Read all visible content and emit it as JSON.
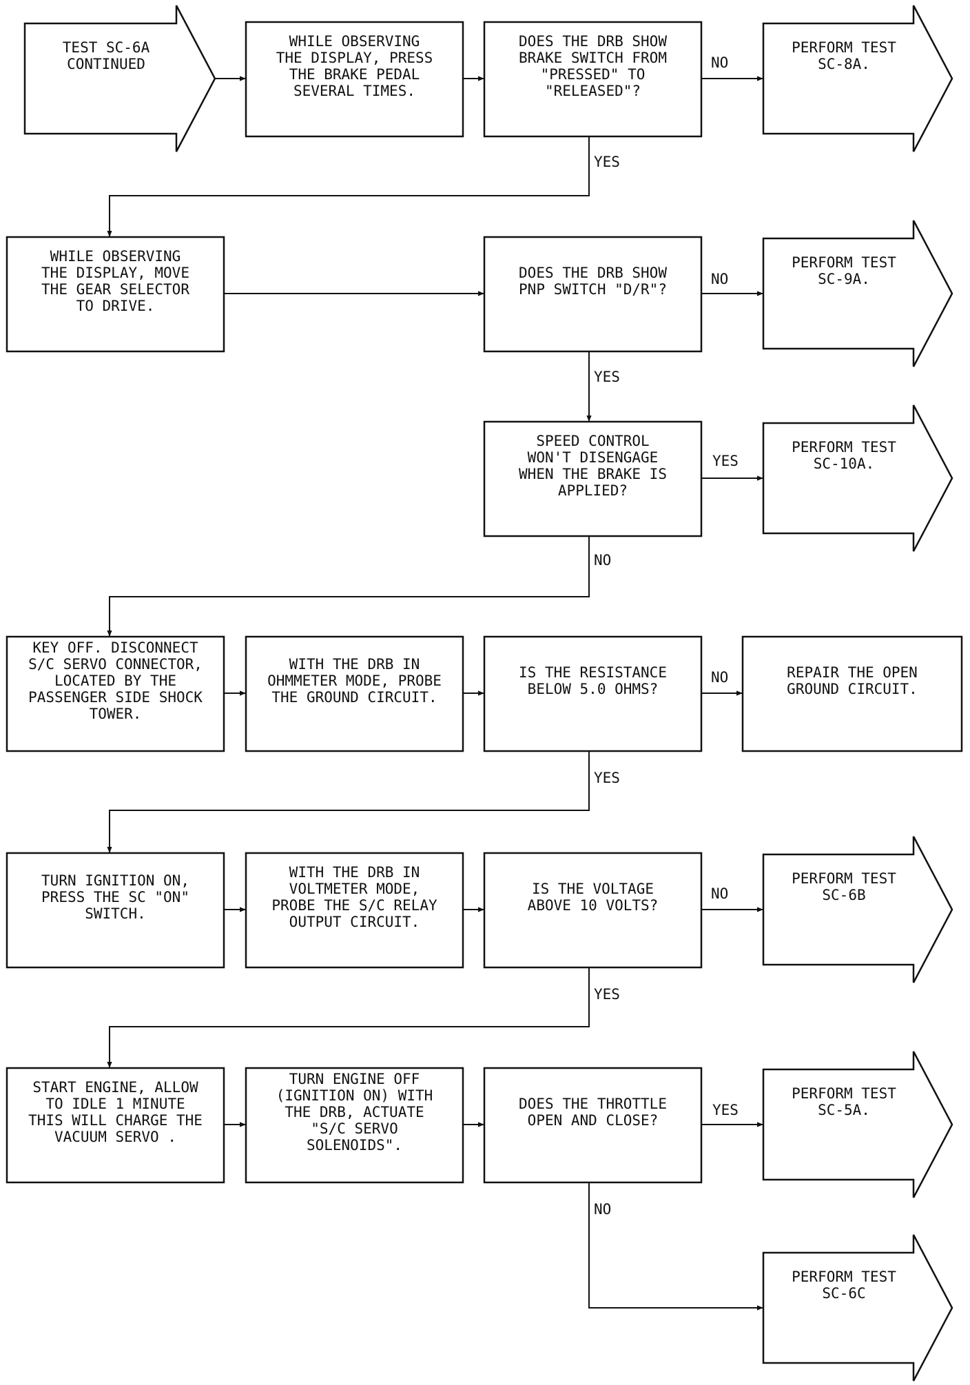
{
  "colors": {
    "ink": "#111111",
    "background": "#ffffff"
  },
  "boxes": [
    {
      "id": "start",
      "lines": [
        "TEST SC-6A",
        "CONTINUED"
      ]
    },
    {
      "id": "observe-brake",
      "lines": [
        "WHILE OBSERVING",
        "THE DISPLAY, PRESS",
        "THE BRAKE PEDAL",
        "SEVERAL TIMES."
      ]
    },
    {
      "id": "q-brake-switch",
      "lines": [
        "DOES THE DRB SHOW",
        "BRAKE SWITCH FROM",
        "\"PRESSED\" TO",
        "\"RELEASED\"?"
      ]
    },
    {
      "id": "perform-sc-8a",
      "lines": [
        "PERFORM TEST",
        "SC-8A."
      ]
    },
    {
      "id": "observe-gear",
      "lines": [
        "WHILE OBSERVING",
        "THE DISPLAY, MOVE",
        "THE GEAR SELECTOR",
        "TO DRIVE."
      ]
    },
    {
      "id": "q-pnp-switch",
      "lines": [
        "DOES THE DRB SHOW",
        "PNP SWITCH \"D/R\"?"
      ]
    },
    {
      "id": "perform-sc-9a",
      "lines": [
        "PERFORM TEST",
        "SC-9A."
      ]
    },
    {
      "id": "q-disengage",
      "lines": [
        "SPEED CONTROL",
        "WON'T DISENGAGE",
        "WHEN THE BRAKE IS",
        "APPLIED?"
      ]
    },
    {
      "id": "perform-sc-10a",
      "lines": [
        "PERFORM TEST",
        "SC-10A."
      ]
    },
    {
      "id": "key-off",
      "lines": [
        "KEY OFF. DISCONNECT",
        "S/C SERVO CONNECTOR,",
        "LOCATED BY THE",
        "PASSENGER SIDE SHOCK",
        "TOWER."
      ]
    },
    {
      "id": "ohmmeter",
      "lines": [
        "WITH THE DRB IN",
        "OHMMETER MODE, PROBE",
        "THE GROUND CIRCUIT."
      ]
    },
    {
      "id": "q-resistance",
      "lines": [
        "IS THE RESISTANCE",
        "BELOW 5.0 OHMS?"
      ]
    },
    {
      "id": "repair-ground",
      "lines": [
        "REPAIR THE OPEN",
        "GROUND CIRCUIT."
      ]
    },
    {
      "id": "ignition-on",
      "lines": [
        "TURN IGNITION ON,",
        "PRESS THE SC \"ON\"",
        "SWITCH."
      ]
    },
    {
      "id": "voltmeter",
      "lines": [
        "WITH THE DRB IN",
        "VOLTMETER MODE,",
        "PROBE THE S/C RELAY",
        "OUTPUT CIRCUIT."
      ]
    },
    {
      "id": "q-voltage",
      "lines": [
        "IS THE VOLTAGE",
        "ABOVE 10 VOLTS?"
      ]
    },
    {
      "id": "perform-sc-6b",
      "lines": [
        "PERFORM TEST",
        "SC-6B"
      ]
    },
    {
      "id": "start-engine",
      "lines": [
        "START ENGINE, ALLOW",
        "TO IDLE 1 MINUTE",
        "THIS WILL CHARGE THE",
        "VACUUM SERVO ."
      ]
    },
    {
      "id": "engine-off",
      "lines": [
        "TURN ENGINE OFF",
        "(IGNITION ON) WITH",
        "THE DRB, ACTUATE",
        "\"S/C SERVO",
        "SOLENOIDS\"."
      ]
    },
    {
      "id": "q-throttle",
      "lines": [
        "DOES THE THROTTLE",
        "OPEN AND CLOSE?"
      ]
    },
    {
      "id": "perform-sc-5a",
      "lines": [
        "PERFORM TEST",
        "SC-5A."
      ]
    },
    {
      "id": "perform-sc-6c",
      "lines": [
        "PERFORM TEST",
        "SC-6C"
      ]
    }
  ],
  "edge_labels": [
    {
      "id": "no-1",
      "text": "NO"
    },
    {
      "id": "yes-1",
      "text": "YES"
    },
    {
      "id": "no-2",
      "text": "NO"
    },
    {
      "id": "yes-2",
      "text": "YES"
    },
    {
      "id": "yes-3",
      "text": "YES"
    },
    {
      "id": "no-3",
      "text": "NO"
    },
    {
      "id": "no-4",
      "text": "NO"
    },
    {
      "id": "yes-4",
      "text": "YES"
    },
    {
      "id": "no-5",
      "text": "NO"
    },
    {
      "id": "yes-5",
      "text": "YES"
    },
    {
      "id": "yes-6",
      "text": "YES"
    },
    {
      "id": "no-6",
      "text": "NO"
    }
  ]
}
